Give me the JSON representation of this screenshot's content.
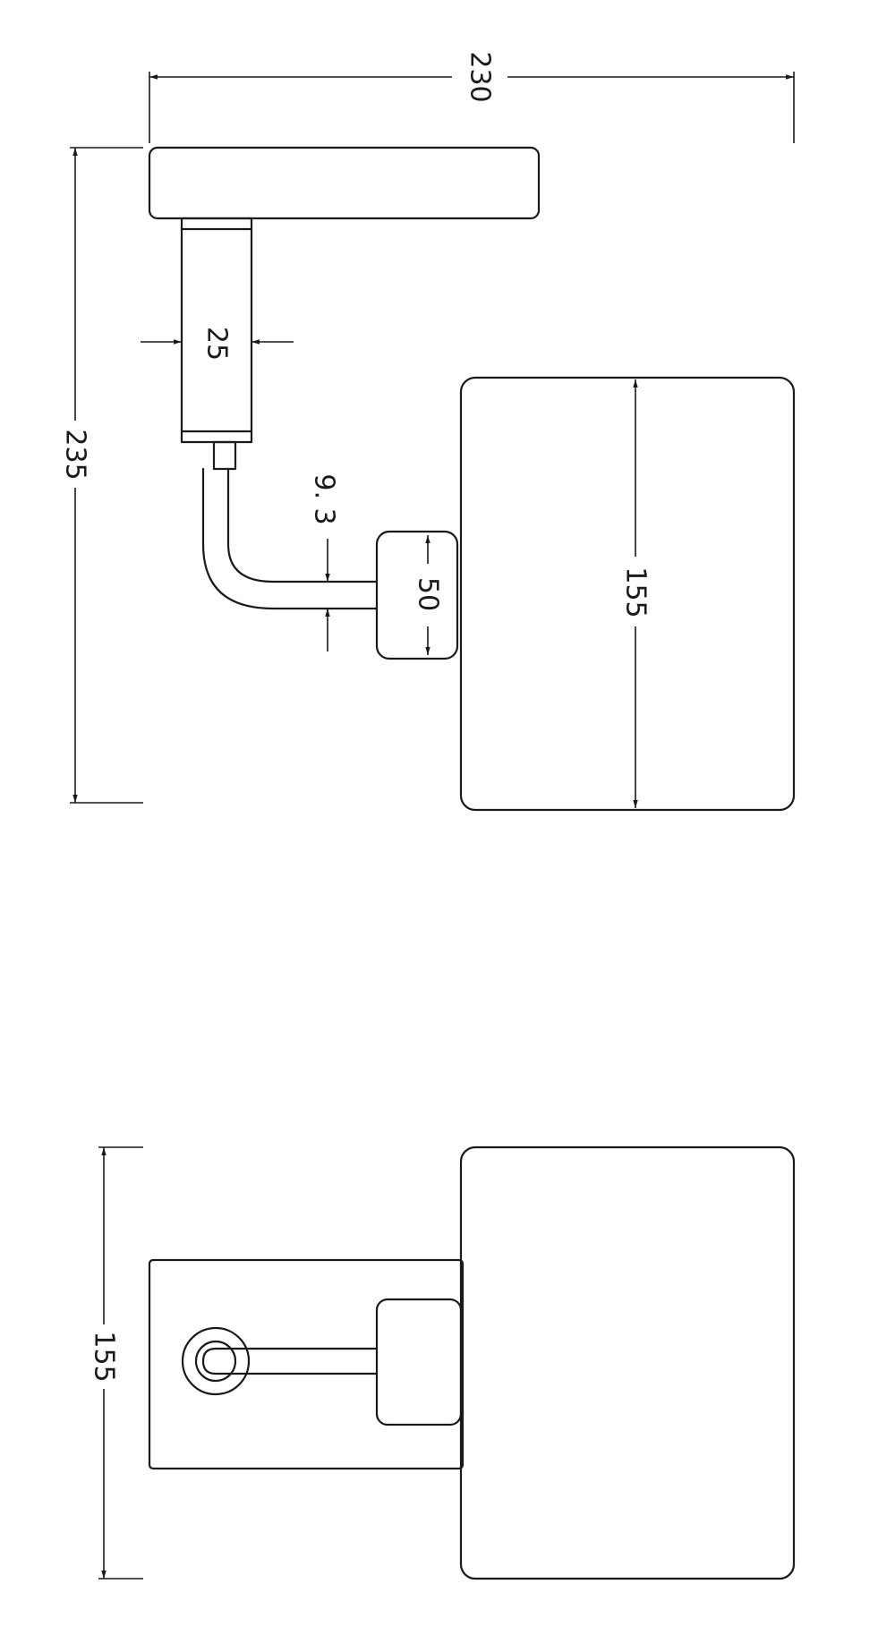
{
  "dimensions": {
    "total_width": "230",
    "total_height": "235",
    "arm_width": "25",
    "rod_diameter": "9. 3",
    "plate_height": "50",
    "cup_height": "155",
    "front_width": "155"
  }
}
